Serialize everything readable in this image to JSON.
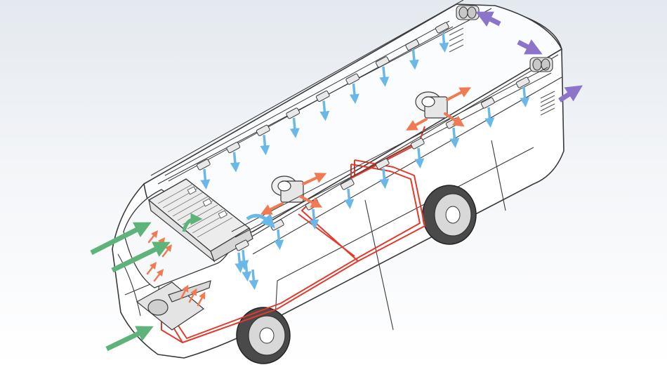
{
  "diagram": {
    "subject": "bus-climate-airflow",
    "colors": {
      "background_top": "#e4e9ef",
      "background_bottom": "#ffffff",
      "body_fill": "#ffffff",
      "outline": "#3a3a3a",
      "duct": "#e23a2c",
      "fresh_air": "#5db37a",
      "cool_air": "#6ab8e8",
      "warm_air": "#f07a52",
      "exhaust_air": "#8b74c9",
      "unit_fill": "#ececec"
    },
    "counts": {
      "ceiling_vents": 18,
      "roof_heaters": 2,
      "roof_exhaust_fans": 2,
      "fresh_air_inlets": 3
    }
  }
}
